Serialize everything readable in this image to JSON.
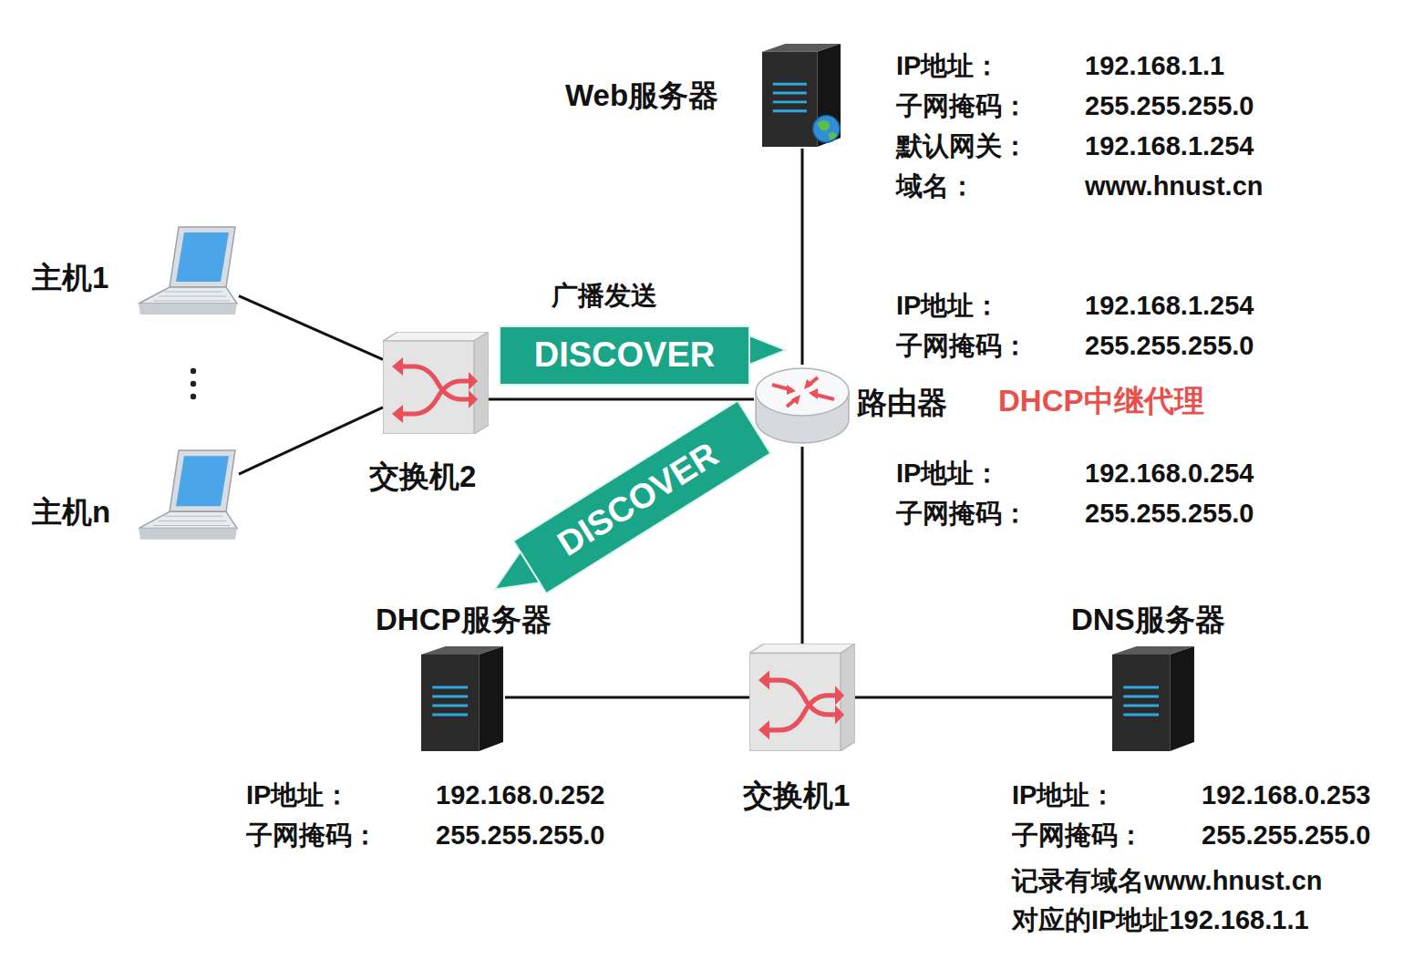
{
  "diagram": {
    "nodes": [
      {
        "text": [
          "Web服务器"
        ]
      },
      {
        "text": [
          "主机1"
        ]
      },
      {
        "text": [
          "交换机2"
        ]
      },
      {
        "text": [
          "路由器"
        ]
      },
      {
        "text": [
          "主机n"
        ]
      },
      {
        "text": [
          "DHCP服务器"
        ]
      },
      {
        "text": [
          "交换机1"
        ]
      },
      {
        "text": [
          "DNS服务器"
        ]
      }
    ],
    "edges": [
      {
        "from": 1,
        "to": 2,
        "arrow": "none"
      },
      {
        "from": 4,
        "to": 2,
        "arrow": "none"
      },
      {
        "from": 2,
        "to": 3,
        "arrow": "none"
      },
      {
        "from": 3,
        "to": 0,
        "arrow": "none"
      },
      {
        "from": 3,
        "to": 6,
        "arrow": "none"
      },
      {
        "from": 6,
        "to": 5,
        "arrow": "none"
      },
      {
        "from": 6,
        "to": 7,
        "arrow": "none"
      }
    ],
    "labels": [
      "IP地址：",
      "192.168.1.1",
      "子网掩码：",
      "255.255.255.0",
      "默认网关：",
      "192.168.1.254",
      "域名：",
      "www.hnust.cn",
      "IP地址：",
      "192.168.1.254",
      "子网掩码：",
      "255.255.255.0",
      "DHCP中继代理",
      "IP地址：",
      "192.168.0.254",
      "子网掩码：",
      "255.255.255.0",
      "IP地址：",
      "192.168.0.252",
      "子网掩码：",
      "255.255.255.0",
      "IP地址：",
      "192.168.0.253",
      "子网掩码：",
      "255.255.255.0",
      "记录有域名www.hnust.cn",
      "对应的IP地址192.168.1.1",
      "广播发送",
      "DISCOVER",
      "DISCOVER"
    ]
  }
}
